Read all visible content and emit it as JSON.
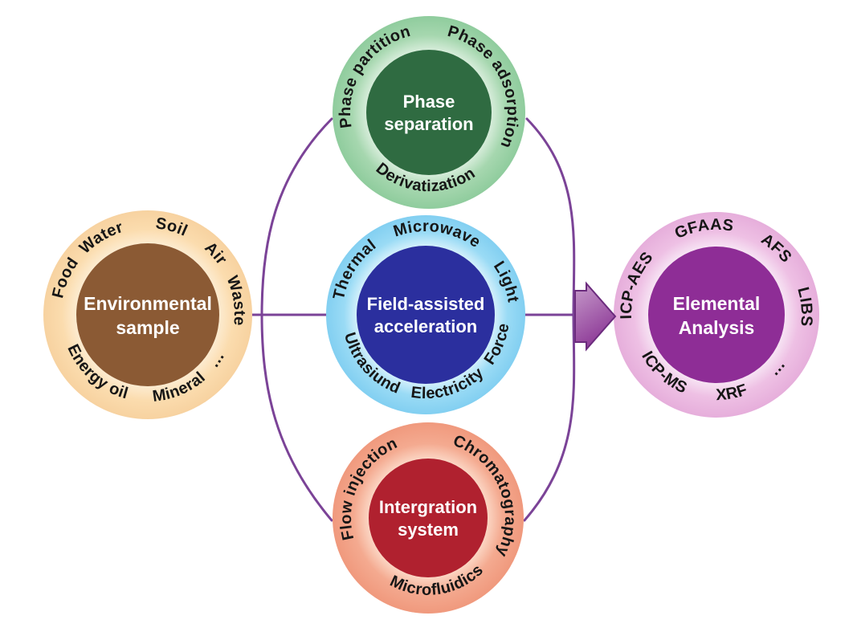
{
  "figure": {
    "background": "#ffffff"
  },
  "connector": {
    "color": "#7b4397",
    "arrow_outline": "#6b2b7d",
    "arrow_fill_light": "#c79ccb",
    "arrow_fill_dark": "#8c3896"
  },
  "text_colors": {
    "ring_label": "#161616",
    "center_label": "#ffffff"
  },
  "nodes": {
    "sample": {
      "label_lines": [
        "Environmental",
        "sample"
      ],
      "ring_top": [
        "Food",
        "Water",
        "Soil",
        "Air",
        "Waste"
      ],
      "ring_bottom": [
        "Energy oil",
        "Mineral",
        "…"
      ],
      "colors": {
        "glow": "#fdeed6",
        "ring": "#fbdcae",
        "edge": "#f7d2a0",
        "core": "#8b5a34"
      }
    },
    "separation": {
      "label_lines": [
        "Phase",
        "separation"
      ],
      "ring_top": [
        "Phase partition",
        "Phase adsorption"
      ],
      "ring_bottom": [
        "Derivatization"
      ],
      "colors": {
        "glow": "#dcefdf",
        "ring": "#a6d7af",
        "edge": "#8fcc9d",
        "core": "#2f6b41"
      }
    },
    "field": {
      "label_lines": [
        "Field-assisted",
        "acceleration"
      ],
      "ring_top": [
        "Thermal",
        "Microwave",
        "Light"
      ],
      "ring_bottom": [
        "Ultrasiund",
        "Electricity",
        "Force"
      ],
      "colors": {
        "glow": "#dcf3fc",
        "ring": "#9adbf5",
        "edge": "#82cff1",
        "core": "#2b2f9e"
      }
    },
    "integration": {
      "label_lines": [
        "Intergration",
        "system"
      ],
      "ring_top": [
        "Flow injection",
        "Chromatography"
      ],
      "ring_bottom": [
        "Microfluidics"
      ],
      "colors": {
        "glow": "#fcdbca",
        "ring": "#f4aa90",
        "edge": "#f0997d",
        "core": "#b0212f"
      }
    },
    "analysis": {
      "label_lines": [
        "Elemental",
        "Analysis"
      ],
      "ring_top": [
        "ICP-AES",
        "GFAAS",
        "AFS",
        "LIBS"
      ],
      "ring_bottom": [
        "ICP-MS",
        "XRF",
        "…"
      ],
      "colors": {
        "glow": "#f8e9f6",
        "ring": "#eec0e4",
        "edge": "#e6aedb",
        "core": "#8e2d96"
      }
    }
  }
}
